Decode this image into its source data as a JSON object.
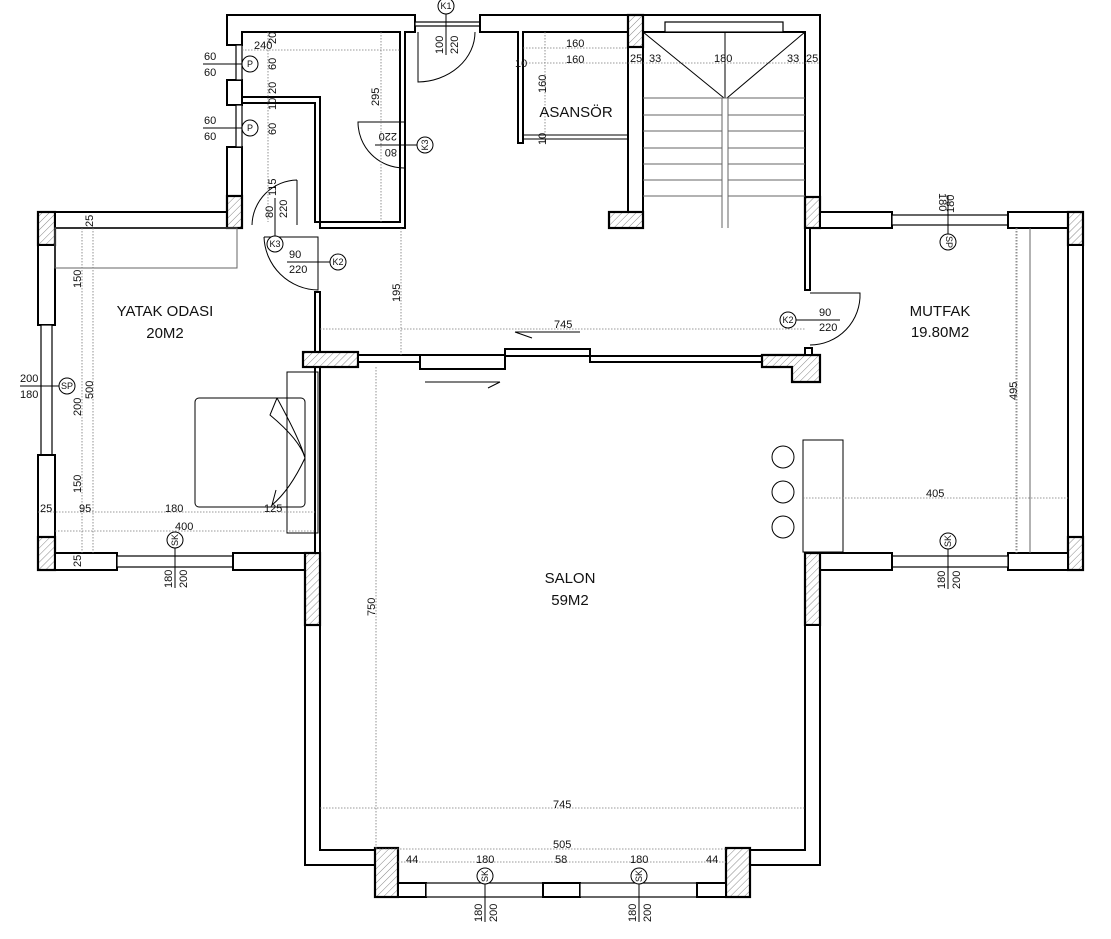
{
  "rooms": {
    "bedroom": {
      "name": "YATAK ODASI",
      "area": "20M2"
    },
    "elevator": {
      "name": "ASANSÖR"
    },
    "kitchen": {
      "name": "MUTFAK",
      "area": "19.80M2"
    },
    "living": {
      "name": "SALON",
      "area": "59M2"
    }
  },
  "dims": [
    "240",
    "20",
    "60",
    "20",
    "10",
    "60",
    "115",
    "295",
    "160",
    "160",
    "10",
    "160",
    "10",
    "25",
    "33",
    "180",
    "33",
    "25",
    "195",
    "745",
    "25",
    "150",
    "500",
    "200",
    "150",
    "25",
    "95",
    "180",
    "125",
    "400",
    "25",
    "495",
    "405",
    "750",
    "745",
    "505",
    "44",
    "180",
    "58",
    "180",
    "44"
  ],
  "openings": {
    "p1": {
      "tag": "P",
      "w": "60",
      "h": "60"
    },
    "p2": {
      "tag": "P",
      "w": "60",
      "h": "60"
    },
    "k1": {
      "tag": "K1",
      "w": "100",
      "h": "220"
    },
    "k3_bath": {
      "tag": "K3",
      "w": "80",
      "h": "220"
    },
    "k3_wc": {
      "tag": "K3",
      "w": "80",
      "h": "220"
    },
    "k2_bed": {
      "tag": "K2",
      "w": "90",
      "h": "220"
    },
    "k2_kitchen": {
      "tag": "K2",
      "w": "90",
      "h": "220"
    },
    "sp_kitchen": {
      "tag": "SP",
      "w": "180",
      "h": "180"
    },
    "sp_bed": {
      "tag": "SP",
      "w": "200",
      "h": "180"
    },
    "sk_bed": {
      "tag": "SK",
      "w": "180",
      "h": "200"
    },
    "sk_kitchen": {
      "tag": "SK",
      "w": "180",
      "h": "200"
    },
    "sk_salon1": {
      "tag": "SK",
      "w": "180",
      "h": "200"
    },
    "sk_salon2": {
      "tag": "SK",
      "w": "180",
      "h": "200"
    }
  }
}
